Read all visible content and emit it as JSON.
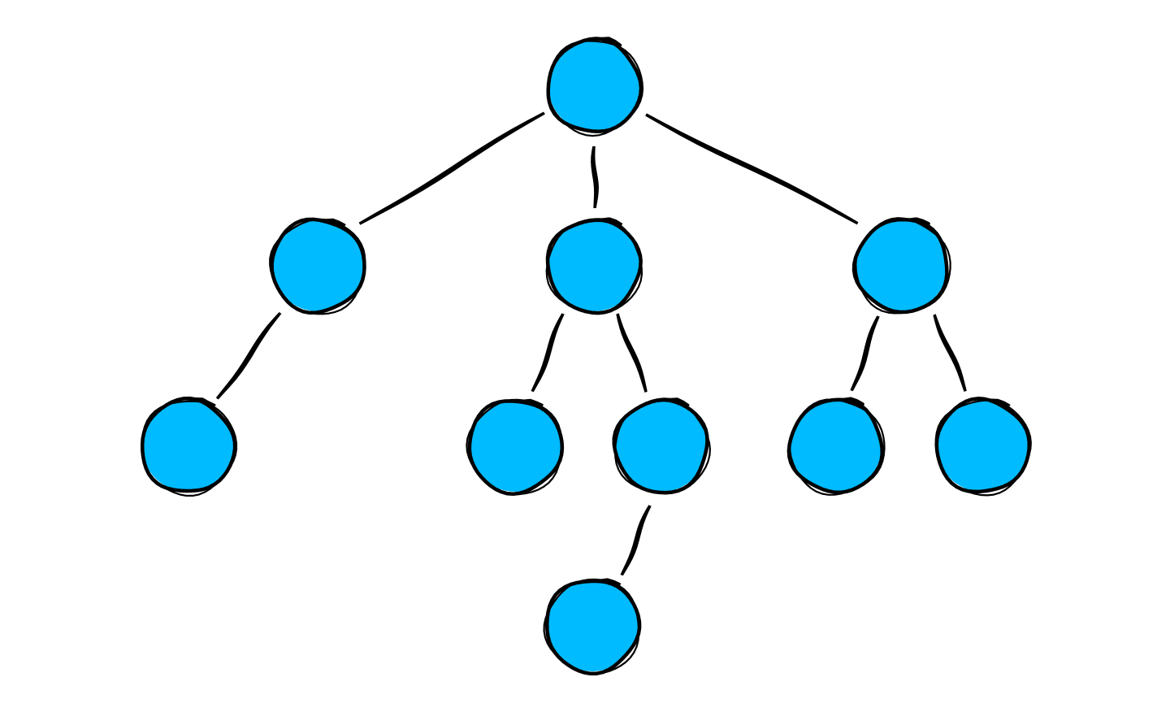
{
  "colors": {
    "background": "#ffffff",
    "node_fill": "#00bbff",
    "stroke": "#000000"
  },
  "diagram": {
    "type": "tree",
    "style": "hand-drawn",
    "nodes": [
      {
        "id": "root"
      },
      {
        "id": "left-child"
      },
      {
        "id": "middle-child"
      },
      {
        "id": "right-child"
      },
      {
        "id": "left-grandchild"
      },
      {
        "id": "middle-left-grandchild"
      },
      {
        "id": "middle-right-grandchild"
      },
      {
        "id": "right-left-grandchild"
      },
      {
        "id": "right-right-grandchild"
      },
      {
        "id": "great-grandchild"
      }
    ],
    "edges": [
      {
        "from": "root",
        "to": "left-child"
      },
      {
        "from": "root",
        "to": "middle-child"
      },
      {
        "from": "root",
        "to": "right-child"
      },
      {
        "from": "left-child",
        "to": "left-grandchild"
      },
      {
        "from": "middle-child",
        "to": "middle-left-grandchild"
      },
      {
        "from": "middle-child",
        "to": "middle-right-grandchild"
      },
      {
        "from": "right-child",
        "to": "right-left-grandchild"
      },
      {
        "from": "right-child",
        "to": "right-right-grandchild"
      },
      {
        "from": "middle-right-grandchild",
        "to": "great-grandchild"
      }
    ]
  }
}
